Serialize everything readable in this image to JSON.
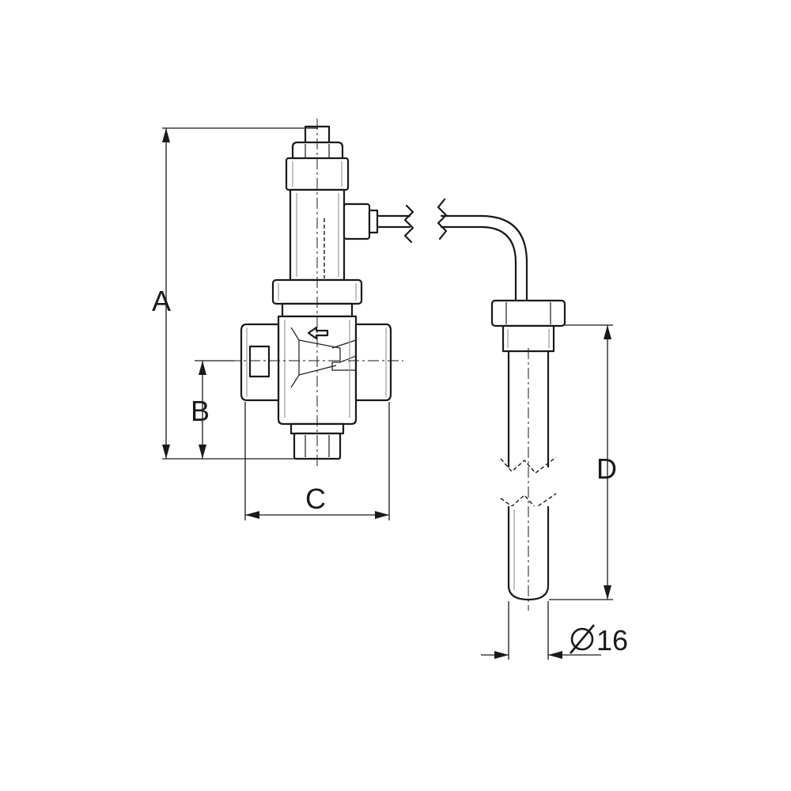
{
  "dimensions": {
    "a": "A",
    "b": "B",
    "c": "C",
    "d": "D",
    "diameter": "16"
  },
  "colors": {
    "line": "#1a1a1a",
    "background": "#ffffff"
  },
  "icons": {
    "diameter_symbol": "diameter-icon",
    "flow_arrow": "flow-arrow-icon"
  }
}
